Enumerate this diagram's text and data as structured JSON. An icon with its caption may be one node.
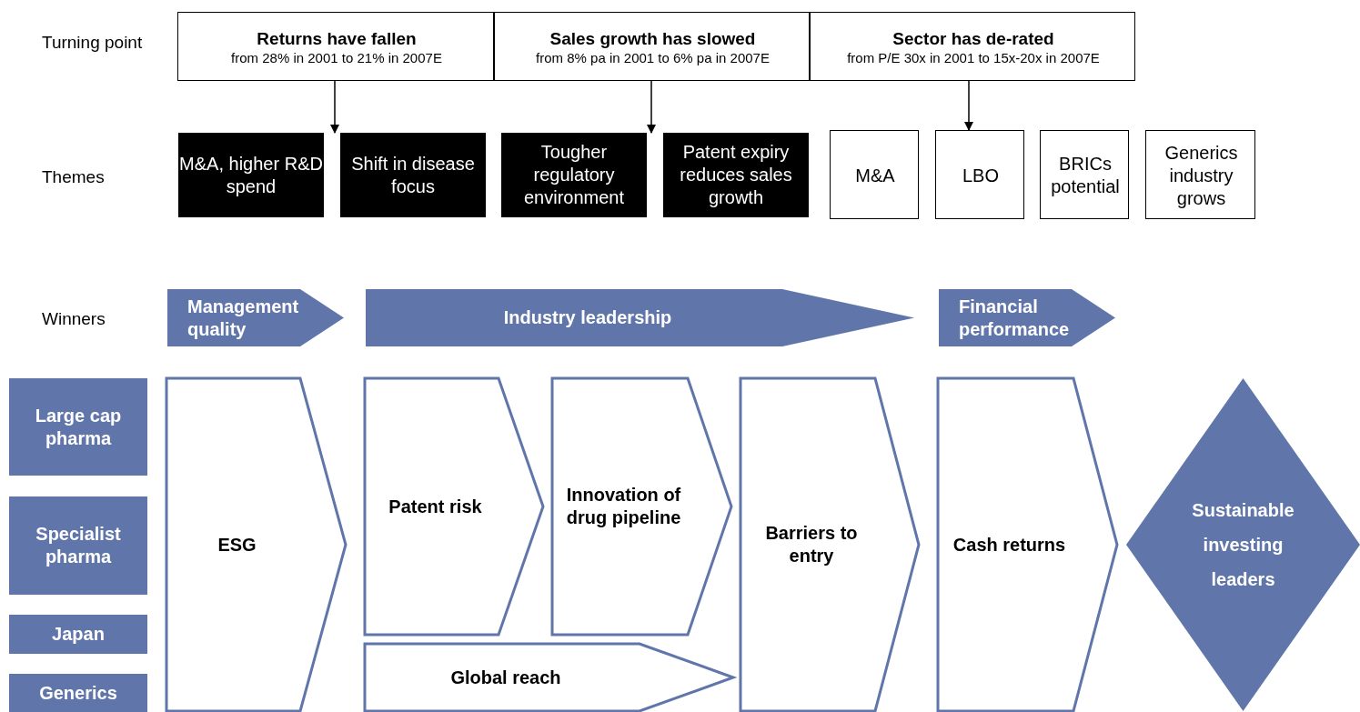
{
  "diagram": {
    "nodes": [
      {
        "text": [
          "Returns have fallen",
          "from 28% in 2001 to 21% in 2007E"
        ]
      },
      {
        "text": [
          "Sales growth has slowed",
          "from 8% pa in 2001 to 6% pa in 2007E"
        ]
      },
      {
        "text": [
          "Sector has de-rated",
          "from P/E 30x in 2001 to 15x-20x in 2007E"
        ]
      },
      {
        "text": [
          "M&A, higher R&D spend"
        ]
      },
      {
        "text": [
          "Shift in disease focus"
        ]
      },
      {
        "text": [
          "Tougher regulatory environment"
        ]
      },
      {
        "text": [
          "Patent expiry reduces sales growth"
        ]
      },
      {
        "text": [
          "M&A"
        ]
      },
      {
        "text": [
          "LBO"
        ]
      },
      {
        "text": [
          "BRICs potential"
        ]
      },
      {
        "text": [
          "Generics industry grows"
        ]
      },
      {
        "text": [
          "Management quality"
        ]
      },
      {
        "text": [
          "Industry leadership"
        ]
      },
      {
        "text": [
          "Financial performance"
        ]
      },
      {
        "text": [
          "Large cap pharma"
        ]
      },
      {
        "text": [
          "Specialist pharma"
        ]
      },
      {
        "text": [
          "Japan"
        ]
      },
      {
        "text": [
          "Generics"
        ]
      },
      {
        "text": [
          "ESG"
        ]
      },
      {
        "text": [
          "Patent risk"
        ]
      },
      {
        "text": [
          "Innovation of drug pipeline"
        ]
      },
      {
        "text": [
          "Global reach"
        ]
      },
      {
        "text": [
          "Barriers to entry"
        ]
      },
      {
        "text": [
          "Cash returns"
        ]
      },
      {
        "text": [
          "Sustainable investing leaders"
        ]
      }
    ],
    "edges": [
      {
        "from": 0,
        "to": 3,
        "arrow": "to"
      },
      {
        "from": 1,
        "to": 5,
        "arrow": "to"
      },
      {
        "from": 2,
        "to": 8,
        "arrow": "to"
      }
    ],
    "labels": [
      "Turning point",
      "Themes",
      "Winners"
    ]
  }
}
